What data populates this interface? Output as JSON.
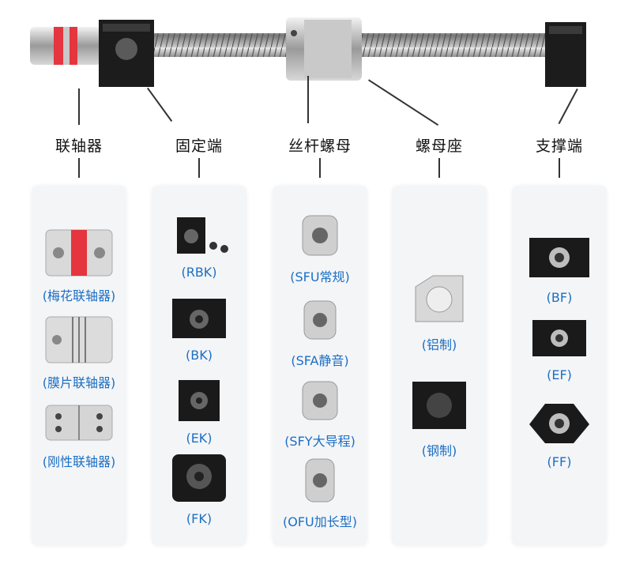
{
  "categories": [
    {
      "id": "coupling",
      "label": "联轴器",
      "items": [
        {
          "caption": "(梅花联轴器)"
        },
        {
          "caption": "(膜片联轴器)"
        },
        {
          "caption": "(刚性联轴器)"
        }
      ]
    },
    {
      "id": "fixed-end",
      "label": "固定端",
      "items": [
        {
          "caption": "(RBK)"
        },
        {
          "caption": "(BK)"
        },
        {
          "caption": "(EK)"
        },
        {
          "caption": "(FK)"
        }
      ]
    },
    {
      "id": "screw-nut",
      "label": "丝杆螺母",
      "items": [
        {
          "caption": "(SFU常规)"
        },
        {
          "caption": "(SFA静音)"
        },
        {
          "caption": "(SFY大导程)"
        },
        {
          "caption": "(OFU加长型)"
        }
      ]
    },
    {
      "id": "nut-seat",
      "label": "螺母座",
      "items": [
        {
          "caption": "(铝制)"
        },
        {
          "caption": "(钢制)"
        }
      ]
    },
    {
      "id": "support-end",
      "label": "支撑端",
      "items": [
        {
          "caption": "(BF)"
        },
        {
          "caption": "(EF)"
        },
        {
          "caption": "(FF)"
        }
      ]
    }
  ],
  "colors": {
    "caption": "#1c6fc4",
    "card_bg": "#f4f5f7",
    "label": "#111111"
  }
}
